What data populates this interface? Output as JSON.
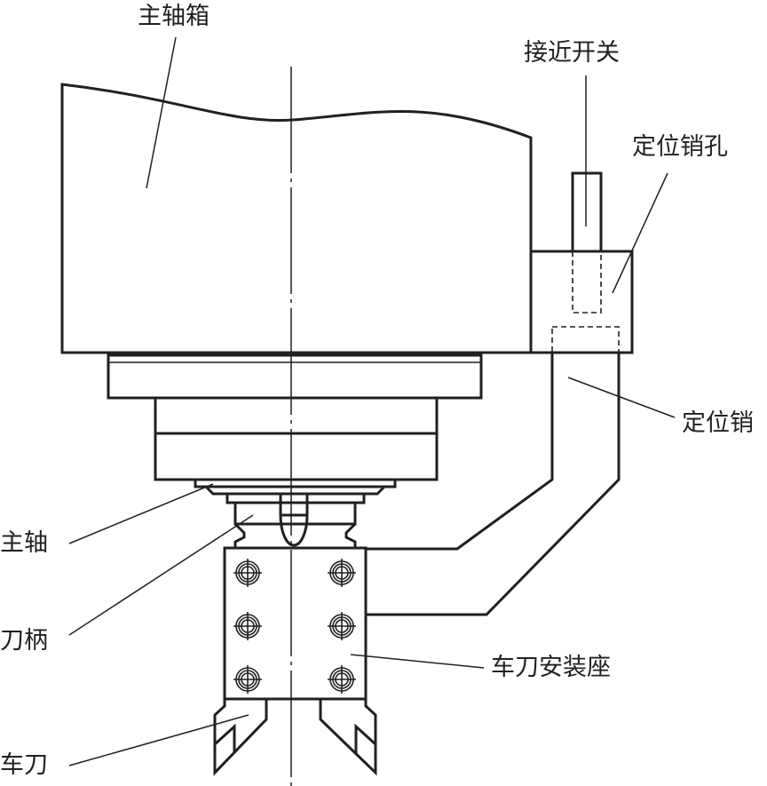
{
  "labels": {
    "headstock": "主轴箱",
    "proximity_switch": "接近开关",
    "pin_hole": "定位销孔",
    "locating_pin": "定位销",
    "spindle": "主轴",
    "tool_holder": "刀柄",
    "tool_mount": "车刀安装座",
    "turning_tool": "车刀"
  },
  "colors": {
    "line": "#231f20",
    "background": "#ffffff"
  }
}
